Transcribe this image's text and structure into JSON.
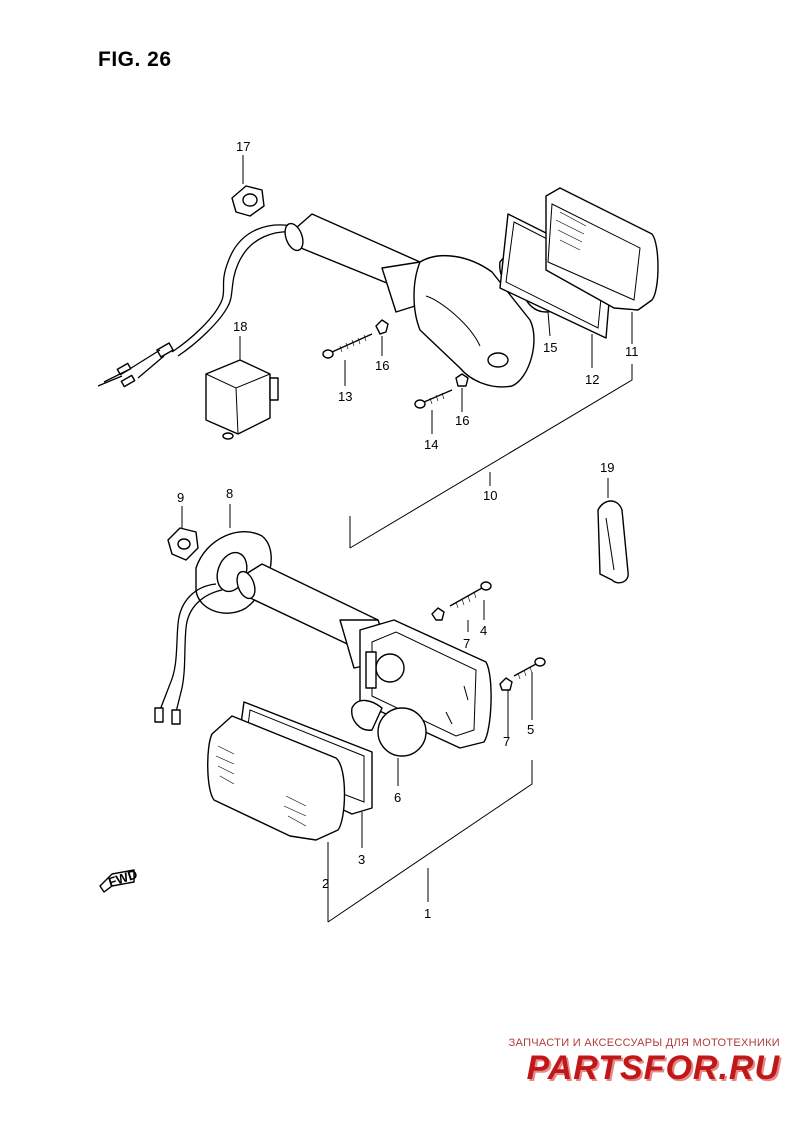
{
  "figure": {
    "title": "FIG. 26"
  },
  "parts": [
    {
      "id": "part-1",
      "number": "1"
    },
    {
      "id": "part-2",
      "number": "2"
    },
    {
      "id": "part-3",
      "number": "3"
    },
    {
      "id": "part-4",
      "number": "4"
    },
    {
      "id": "part-5",
      "number": "5"
    },
    {
      "id": "part-6",
      "number": "6"
    },
    {
      "id": "part-7a",
      "number": "7"
    },
    {
      "id": "part-7b",
      "number": "7"
    },
    {
      "id": "part-8",
      "number": "8"
    },
    {
      "id": "part-9",
      "number": "9"
    },
    {
      "id": "part-10",
      "number": "10"
    },
    {
      "id": "part-11",
      "number": "11"
    },
    {
      "id": "part-12",
      "number": "12"
    },
    {
      "id": "part-13",
      "number": "13"
    },
    {
      "id": "part-14",
      "number": "14"
    },
    {
      "id": "part-15",
      "number": "15"
    },
    {
      "id": "part-16a",
      "number": "16"
    },
    {
      "id": "part-16b",
      "number": "16"
    },
    {
      "id": "part-17",
      "number": "17"
    },
    {
      "id": "part-18",
      "number": "18"
    },
    {
      "id": "part-19",
      "number": "19"
    }
  ],
  "direction_marker": {
    "text": "FWD",
    "icon": "arrow-left-icon"
  },
  "watermark": {
    "caption": "ЗАПЧАСТИ И АКСЕССУАРЫ ДЛЯ МОТОТЕХНИКИ",
    "logo_text": "PARTSFOR.RU"
  }
}
